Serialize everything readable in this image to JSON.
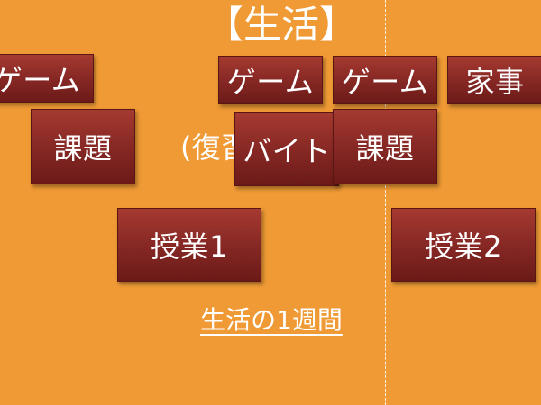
{
  "slide": {
    "title": "【生活】",
    "note_text": "(復習",
    "link_label": "生活の1週間",
    "divider_style": "dashed-white",
    "background_color": "#ef9a35",
    "block_color": "#8a2a26"
  },
  "blocks": {
    "game_left": "ゲーム",
    "game_mid1": "ゲーム",
    "game_mid2": "ゲーム",
    "housework": "家事",
    "homework_left": "課題",
    "part_time_job": "バイト",
    "homework_right": "課題",
    "class1": "授業1",
    "class2": "授業2"
  }
}
